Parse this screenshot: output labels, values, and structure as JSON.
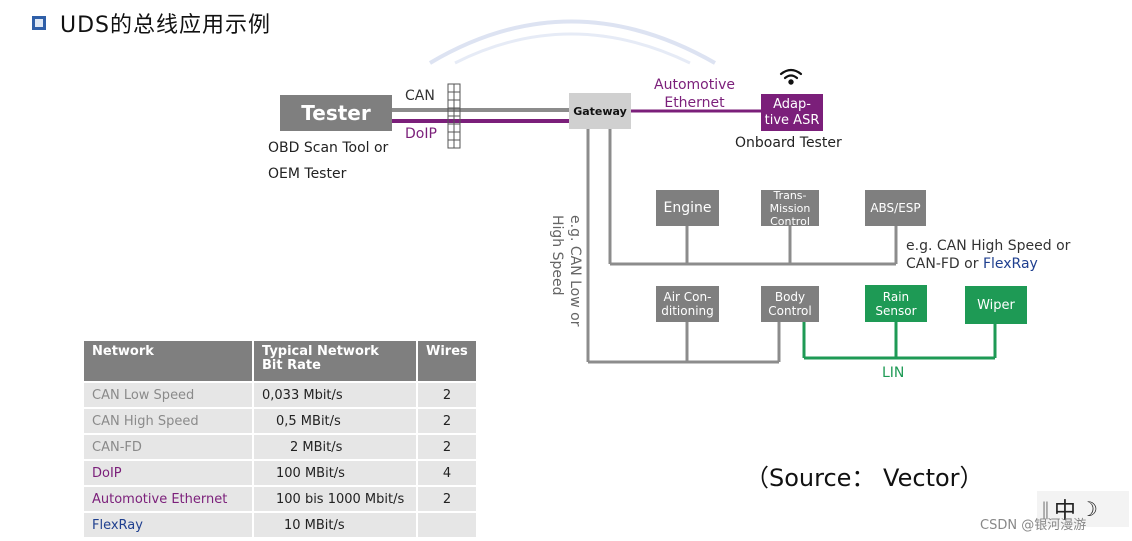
{
  "title": "UDS的总线应用示例",
  "tester": {
    "label": "Tester",
    "caption_line1": "OBD Scan Tool or",
    "caption_line2": "OEM Tester"
  },
  "links": {
    "can": "CAN",
    "doip": "DoIP"
  },
  "gateway": {
    "label": "Gateway"
  },
  "ethernet_label": {
    "line1": "Automotive",
    "line2": "Ethernet"
  },
  "asr": {
    "line1": "Adap-",
    "line2": "tive ASR",
    "caption": "Onboard Tester"
  },
  "ecus": {
    "engine": "Engine",
    "transmission": [
      "Trans-",
      "Mission",
      "Control"
    ],
    "abs": "ABS/ESP",
    "aircon": [
      "Air Con-",
      "ditioning"
    ],
    "body": [
      "Body",
      "Control"
    ],
    "rain": [
      "Rain",
      "Sensor"
    ],
    "wiper": "Wiper"
  },
  "bus_labels": {
    "vertical_line1": "e.g. CAN Low or",
    "vertical_line2": "High Speed",
    "highspeed_line1": "e.g. CAN High Speed or",
    "highspeed_line2_prefix": "CAN-FD or ",
    "highspeed_line2_flexray": "FlexRay",
    "lin": "LIN"
  },
  "table": {
    "headers": [
      "Network",
      "Typical Network\nBit Rate",
      "Wires"
    ],
    "rows": [
      {
        "network": "CAN Low Speed",
        "rate": "0,033 Mbit/s",
        "wires": "2"
      },
      {
        "network": "CAN High Speed",
        "rate": "0,5 MBit/s",
        "wires": "2"
      },
      {
        "network": "CAN-FD",
        "rate": "2 MBit/s",
        "wires": "2"
      },
      {
        "network": "DoIP",
        "rate": "100 MBit/s",
        "wires": "4"
      },
      {
        "network": "Automotive Ethernet",
        "rate": "100 bis 1000 Mbit/s",
        "wires": "2"
      },
      {
        "network": "FlexRay",
        "rate": "10 MBit/s",
        "wires": ""
      }
    ]
  },
  "source": "（Source： Vector）",
  "watermark": "CSDN @银河漫游",
  "ime": {
    "char": "中"
  },
  "colors": {
    "box_gray": "#7f7f7f",
    "purple": "#7b1f7a",
    "green": "#1e9a55",
    "flexray_blue": "#1f3f8f",
    "can_low_text": "#8a8a8a"
  }
}
